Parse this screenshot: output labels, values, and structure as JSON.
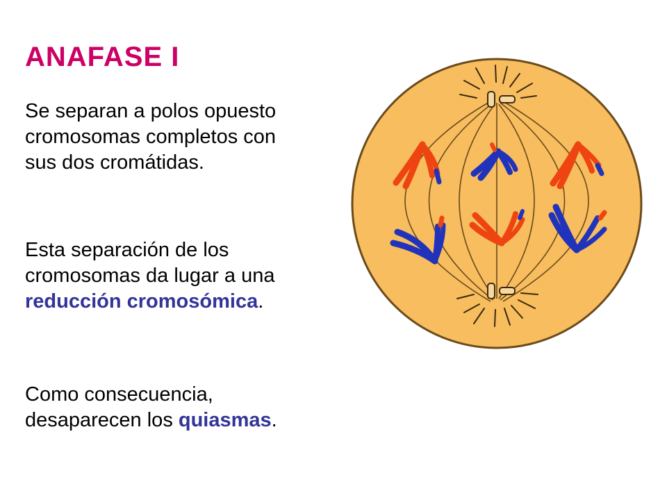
{
  "title": "ANAFASE  I",
  "paragraphs": [
    {
      "text": "Se separan a polos opuesto cromosomas completos con sus dos cromátidas."
    },
    {
      "before": "Esta separación de los cromosomas da lugar a una ",
      "highlight": "reducción cromosómica",
      "after": "."
    },
    {
      "before": "Como consecuencia, desaparecen los ",
      "highlight": "quiasmas",
      "after": "."
    }
  ],
  "colors": {
    "title": "#cc0066",
    "highlight": "#333399",
    "cell_fill": "#f7bd5e",
    "cell_border": "#6b4a1c",
    "chromosome_red": "#ee4411",
    "chromosome_blue": "#2233bb"
  }
}
